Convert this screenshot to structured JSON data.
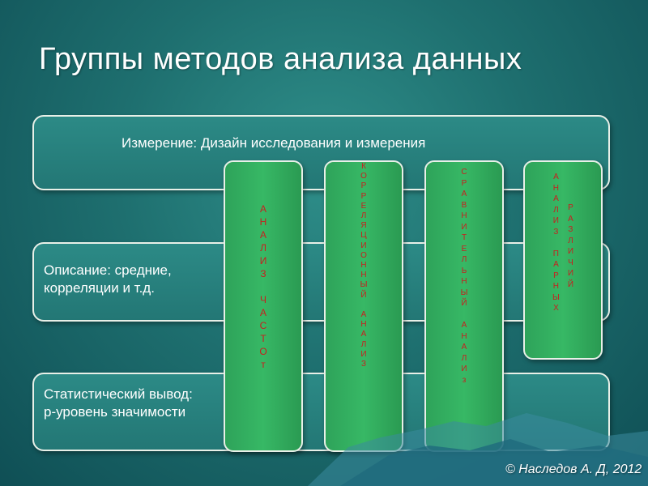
{
  "slide": {
    "title": "Группы методов анализа данных",
    "copyright": "© Наследов А. Д, 2012"
  },
  "levels": [
    {
      "text": "Измерение: Дизайн исследования и измерения"
    },
    {
      "text": "Описание: средние, корреляции и т.д."
    },
    {
      "text": "Статистический вывод: р-уровень значимости"
    }
  ],
  "columns": [
    {
      "text": "А\nН\nА\nЛ\nИ\nЗ\n\nЧ\nА\nС\nТ\nО\nт"
    },
    {
      "text": "К\nО\nР\nР\nЕ\nЛ\nЯ\nЦ\nИ\nО\nН\nН\nЫ\nЙ\n\nА\nН\nА\nЛ\nИ\nЗ"
    },
    {
      "text": "С\nР\nА\nВ\nН\nИ\nТ\nЕ\nЛ\nЬ\nН\nЫ\nЙ\n\nА\nН\nА\nЛ\nИ\nз"
    },
    {
      "text_a": "А\nН\nА\nЛ\nИ\nЗ\n\nП\nА\nР\nН\nЫ\nХ",
      "text_b": "Р\nА\nЗ\nЛ\nИ\nЧ\nИ\nЙ"
    }
  ],
  "colors": {
    "background": "#1e6f6f",
    "column_fill": "#37b865",
    "column_text": "#c81e1e",
    "border": "#e8f0e8"
  }
}
